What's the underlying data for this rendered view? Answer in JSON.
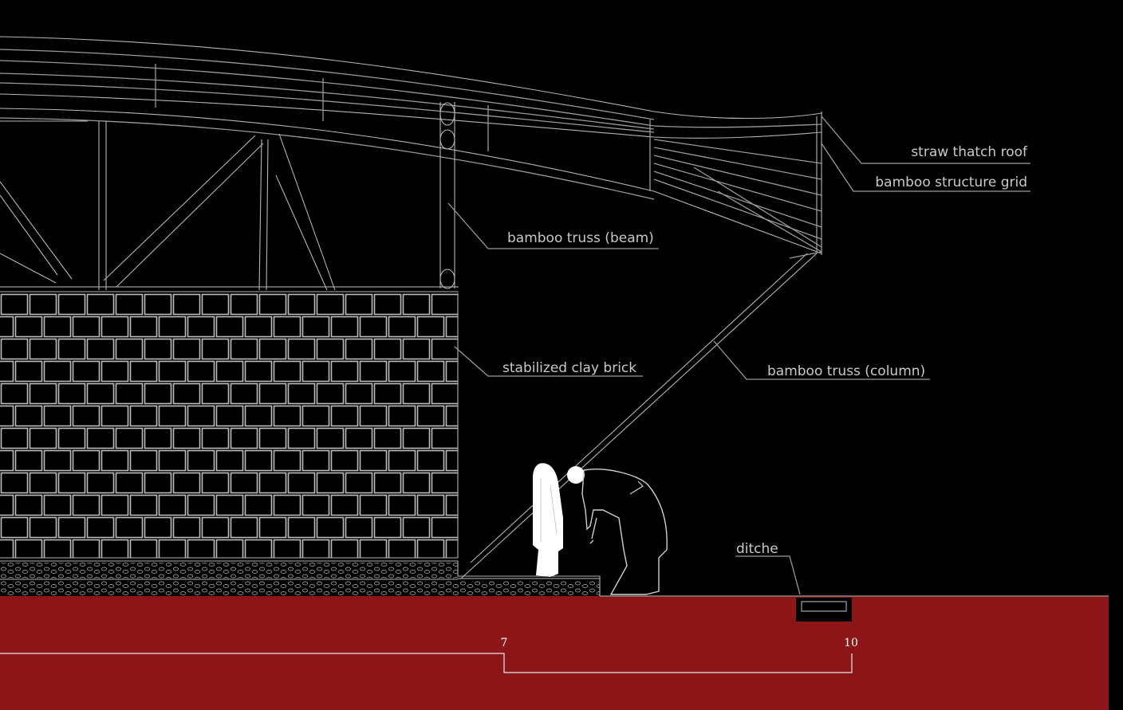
{
  "labels": {
    "straw_thatch_roof": "straw thatch roof",
    "bamboo_structure_grid": "bamboo structure grid",
    "bamboo_truss_beam": "bamboo truss (beam)",
    "stabilized_clay_brick": "stabilized clay brick",
    "bamboo_truss_column": "bamboo truss (column)",
    "ditche": "ditche"
  },
  "scale": {
    "mark_7": "7",
    "mark_10": "10"
  },
  "colors": {
    "background": "#000000",
    "ground": "#8b1517",
    "line": "#9a9a9a",
    "label_text": "#c9c9c9"
  }
}
